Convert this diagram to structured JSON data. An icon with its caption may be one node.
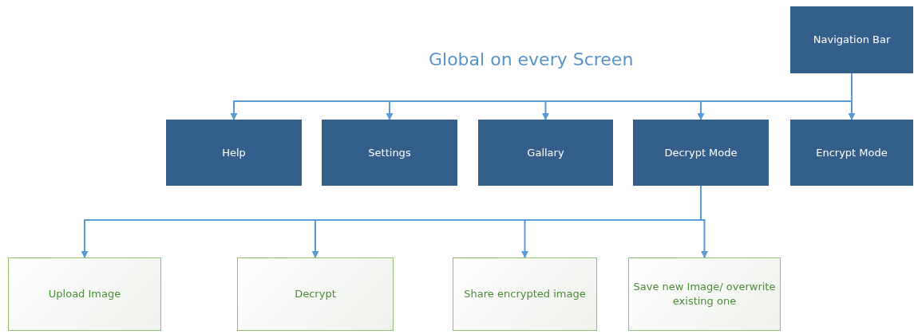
{
  "diagram": {
    "title": "Global on every Screen",
    "nodes": [
      {
        "text": [
          "Navigation Bar"
        ]
      },
      {
        "text": [
          "Help"
        ]
      },
      {
        "text": [
          "Settings"
        ]
      },
      {
        "text": [
          "Gallary"
        ]
      },
      {
        "text": [
          "Decrypt Mode"
        ]
      },
      {
        "text": [
          "Encrypt Mode"
        ]
      },
      {
        "text": [
          "Upload Image"
        ]
      },
      {
        "text": [
          "Decrypt"
        ]
      },
      {
        "text": [
          "Share encrypted image"
        ]
      },
      {
        "text": [
          "Save new Image/ overwrite existing one"
        ]
      }
    ],
    "edges": [
      {
        "from": 0,
        "to": 1,
        "arrow": "to"
      },
      {
        "from": 0,
        "to": 2,
        "arrow": "to"
      },
      {
        "from": 0,
        "to": 3,
        "arrow": "to"
      },
      {
        "from": 0,
        "to": 4,
        "arrow": "to"
      },
      {
        "from": 0,
        "to": 5,
        "arrow": "to"
      },
      {
        "from": 4,
        "to": 6,
        "arrow": "to"
      },
      {
        "from": 4,
        "to": 7,
        "arrow": "to"
      },
      {
        "from": 4,
        "to": 8,
        "arrow": "to"
      },
      {
        "from": 4,
        "to": 9,
        "arrow": "to"
      }
    ]
  }
}
